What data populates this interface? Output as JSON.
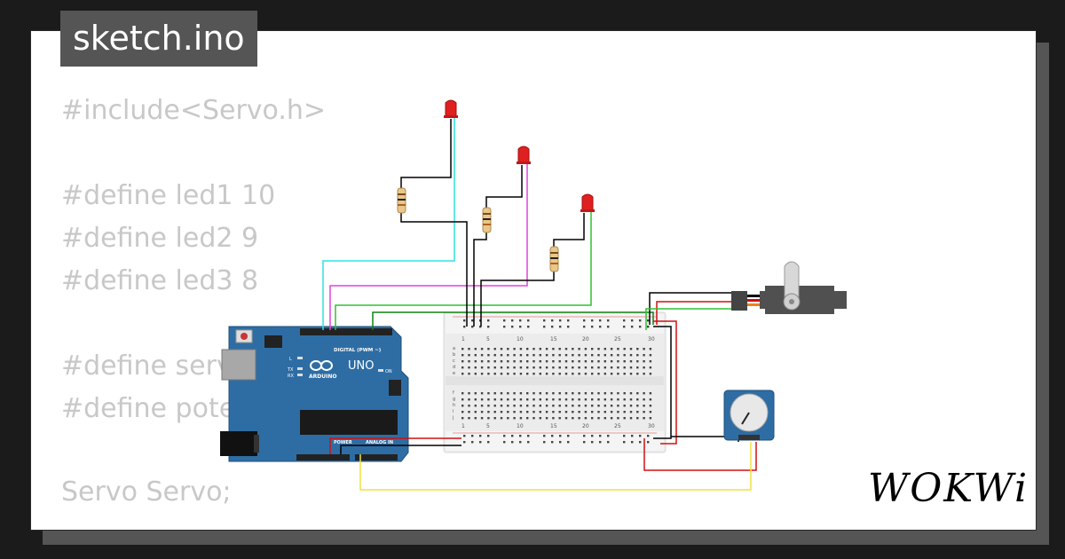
{
  "tab": {
    "filename": "sketch.ino"
  },
  "code": {
    "lines": [
      "#include<Servo.h>",
      "",
      "#define led1 10",
      "#define led2 9",
      "#define led3 8",
      "",
      "#define servo",
      "#define pote",
      "",
      "Servo Servo;"
    ]
  },
  "board": {
    "logo": "UNO",
    "brand": "ARDUINO",
    "digital_label": "DIGITAL (PWM ~)",
    "power_label": "POWER",
    "analog_label": "ANALOG IN",
    "tx": "TX",
    "rx": "RX",
    "l": "L",
    "on": "ON"
  },
  "breadboard": {
    "col_labels": [
      "1",
      "5",
      "10",
      "15",
      "20",
      "25",
      "30"
    ],
    "row_labels_top": [
      "a",
      "b",
      "c",
      "d",
      "e"
    ],
    "row_labels_bottom": [
      "f",
      "g",
      "h",
      "i",
      "j"
    ]
  },
  "brand": {
    "logo": "WOKWi"
  },
  "colors": {
    "background": "#1b1b1b",
    "card": "#ffffff",
    "tab": "#555555",
    "code_text": "#c8c8c8",
    "arduino_blue": "#2e6da4",
    "wire_cyan": "#32e0e0",
    "wire_magenta": "#e040e0",
    "wire_green": "#30c030",
    "wire_red": "#d01010",
    "wire_yellow": "#f0e040",
    "wire_black": "#000000",
    "led_red": "#e02020"
  }
}
